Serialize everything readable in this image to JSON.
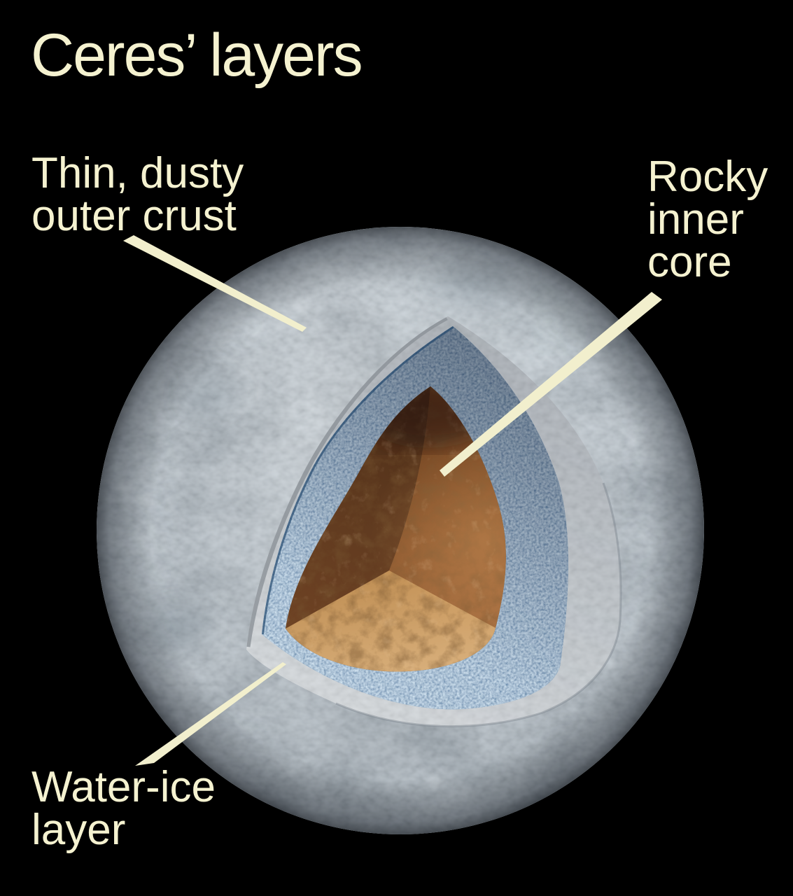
{
  "title": "Ceres’ layers",
  "labels": {
    "outer_crust": {
      "line1": "Thin, dusty",
      "line2": "outer crust"
    },
    "inner_core": {
      "line1": "Rocky",
      "line2": "inner",
      "line3": "core"
    },
    "water_ice": {
      "line1": "Water-ice",
      "line2": "layer"
    }
  },
  "layers": [
    {
      "name": "Thin, dusty outer crust",
      "color": "#aab6c0"
    },
    {
      "name": "Water-ice layer",
      "color": "#4d7ea9"
    },
    {
      "name": "Rocky inner core",
      "color": "#8f5a30"
    }
  ],
  "colors": {
    "background": "#000000",
    "label_text": "#f5f2d0",
    "pointer": "#f2efcd",
    "crust_surface": "#a9b6c0",
    "crust_cut_rim": "#c3c8cd",
    "water_ice_dark": "#2a5680",
    "water_ice_light": "#9dc3dc",
    "core_wall_dark": "#5f3a1f",
    "core_wall_light": "#a06a42",
    "core_floor": "#cc9f68"
  }
}
